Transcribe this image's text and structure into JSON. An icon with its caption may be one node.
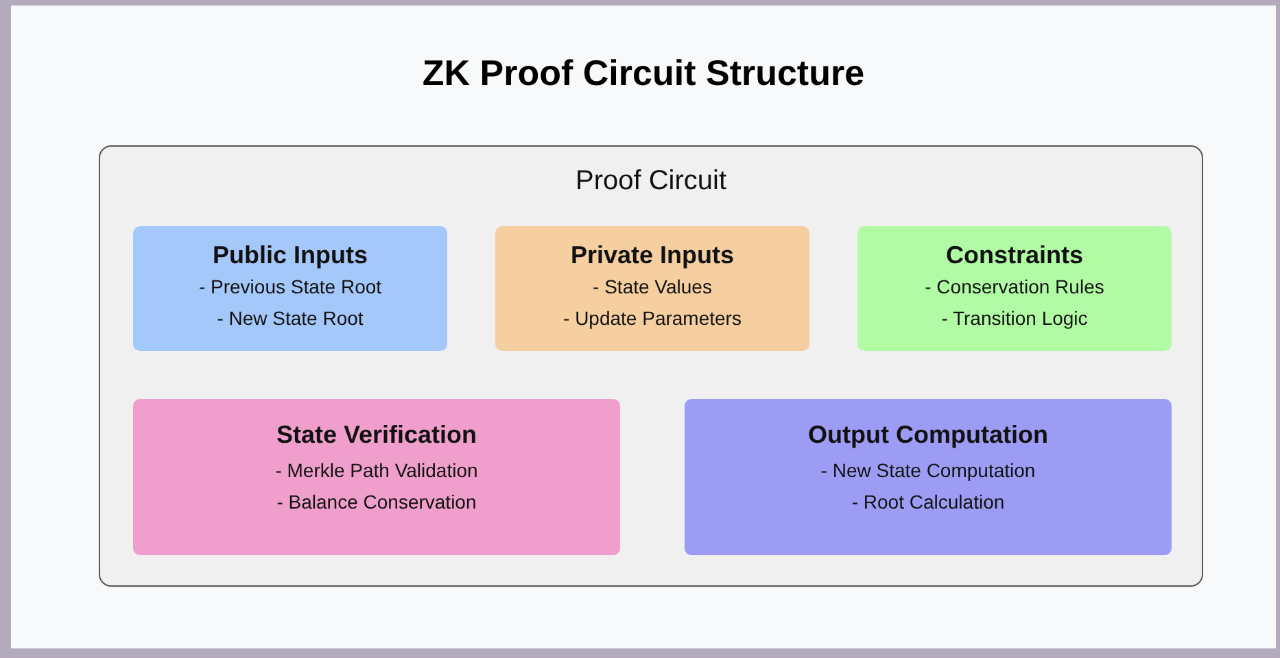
{
  "diagram": {
    "title": "ZK Proof Circuit Structure",
    "nodes": [
      {
        "text": [
          "Proof Circuit"
        ]
      },
      {
        "text": [
          "Public Inputs",
          "- Previous State Root",
          "- New State Root"
        ],
        "in": 0
      },
      {
        "text": [
          "Private Inputs",
          "- State Values",
          "- Update Parameters"
        ],
        "in": 0
      },
      {
        "text": [
          "Constraints",
          "- Conservation Rules",
          "- Transition Logic"
        ],
        "in": 0
      },
      {
        "text": [
          "State Verification",
          "- Merkle Path Validation",
          "- Balance Conservation"
        ],
        "in": 0
      },
      {
        "text": [
          "Output Computation",
          "- New State Computation",
          "- Root Calculation"
        ],
        "in": 0
      }
    ]
  }
}
